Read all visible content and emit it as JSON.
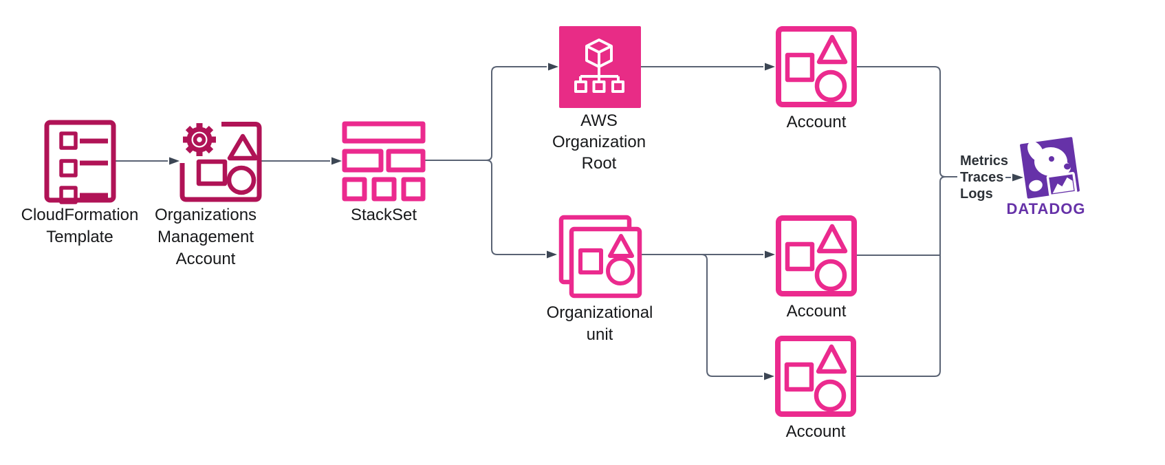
{
  "diagram": {
    "nodes": {
      "cloudformation": {
        "label": "CloudFormation\nTemplate"
      },
      "management_account": {
        "label": "Organizations\nManagement\nAccount"
      },
      "stackset": {
        "label": "StackSet"
      },
      "org_root": {
        "label": "AWS\nOrganization\nRoot"
      },
      "org_unit": {
        "label": "Organizational\nunit"
      },
      "account_top": {
        "label": "Account"
      },
      "account_middle": {
        "label": "Account"
      },
      "account_bottom": {
        "label": "Account"
      }
    },
    "edges": {
      "telemetry_label": "Metrics\nTraces\nLogs"
    },
    "datadog": {
      "brand": "DATADOG"
    },
    "colors": {
      "dark-crimson": "#B01356",
      "bright-pink": "#EB2A8E",
      "root-fill": "#E82C86",
      "line": "#596273",
      "arrow": "#3C4654",
      "text": "#17181A",
      "metrics-text": "#2D3238",
      "dd-purple": "#6632A8"
    }
  }
}
